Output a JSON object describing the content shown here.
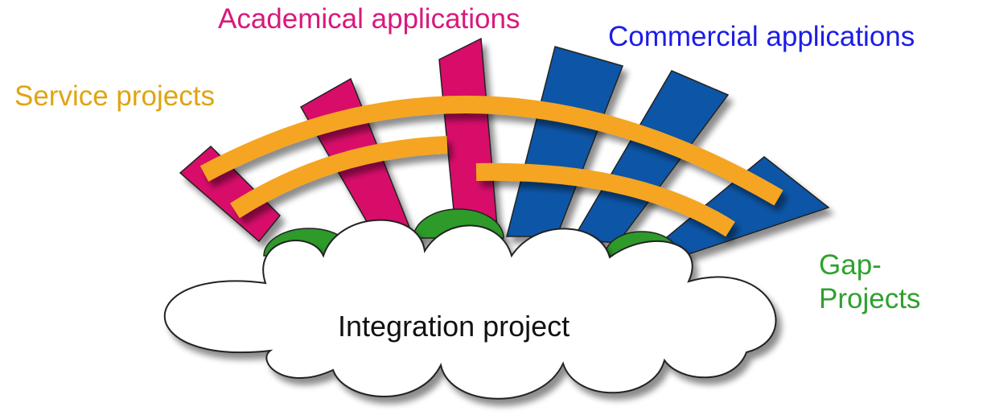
{
  "labels": {
    "service": "Service projects",
    "academic": "Academical applications",
    "commercial": "Commercial applications",
    "gap_line1": "Gap-",
    "gap_line2": "Projects",
    "integration": "Integration project"
  },
  "colors": {
    "service": "#F5A524",
    "academic": "#D80F6A",
    "commercial": "#0B57A7",
    "gap": "#2E9A2A",
    "cloud_fill": "#FFFFFF",
    "outline": "#222222"
  }
}
